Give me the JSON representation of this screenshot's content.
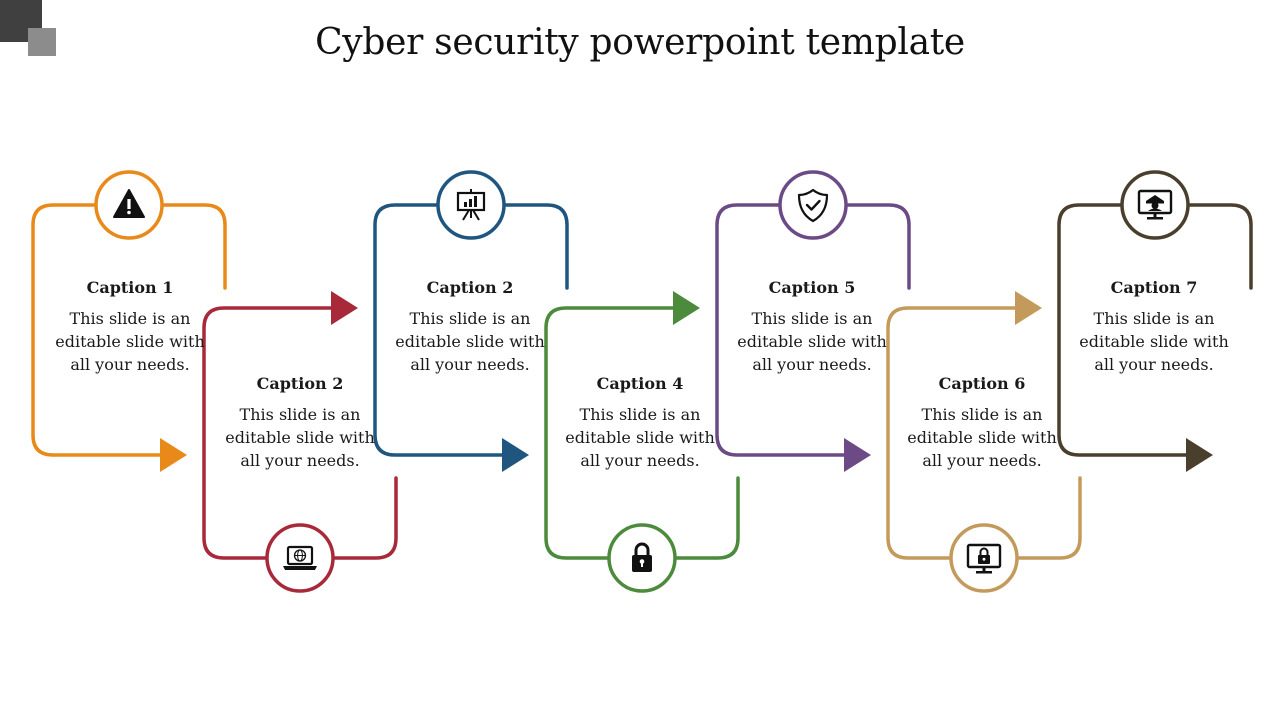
{
  "title": "Cyber security powerpoint template",
  "steps": [
    {
      "caption": "Caption 1",
      "text": "This slide is an editable slide with all your needs.",
      "color": "#E8891A",
      "icon": "warning-icon"
    },
    {
      "caption": "Caption 2",
      "text": "This slide is an editable slide with all your needs.",
      "color": "#A8293A",
      "icon": "laptop-globe-icon"
    },
    {
      "caption": "Caption 2",
      "text": "This slide is an editable slide with all your needs.",
      "color": "#1F5680",
      "icon": "presentation-chart-icon"
    },
    {
      "caption": "Caption 4",
      "text": "This slide is an editable slide with all your needs.",
      "color": "#4C8A3C",
      "icon": "padlock-icon"
    },
    {
      "caption": "Caption 5",
      "text": "This slide is an editable slide with all your needs.",
      "color": "#6B4A85",
      "icon": "shield-check-icon"
    },
    {
      "caption": "Caption 6",
      "text": "This slide is an editable slide with all your needs.",
      "color": "#C49A5C",
      "icon": "monitor-lock-icon"
    },
    {
      "caption": "Caption 7",
      "text": "This slide is an editable slide with all your needs.",
      "color": "#4A3E2C",
      "icon": "monitor-user-icon"
    }
  ]
}
